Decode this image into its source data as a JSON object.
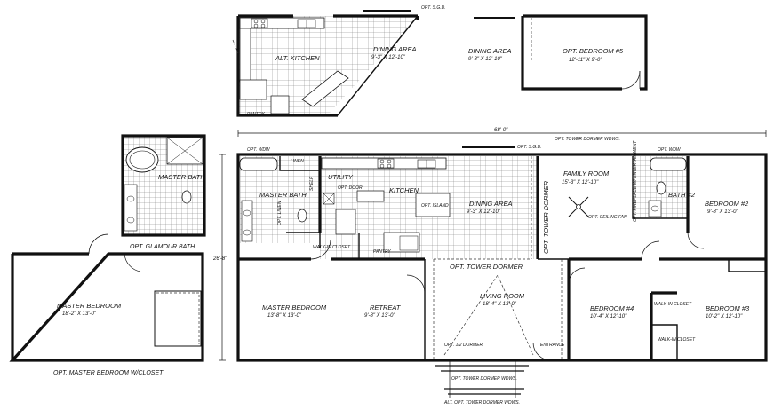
{
  "labels": {
    "opt_sgd_top": "OPT. S.G.D.",
    "alt_kitchen": "ALT. KITCHEN",
    "dining_area_top": "DINING AREA",
    "dining_area_top_dim": "9'-3\" X 12'-10\"",
    "pantry_top": "PANTRY",
    "dining_area_mid": "DINING AREA",
    "dining_area_mid_dim": "9'-8\" X 12'-10\"",
    "opt_bedroom5": "OPT. BEDROOM #5",
    "opt_bedroom5_dim": "12'-11\" X 9'-0\"",
    "overall_width": "68'-0\"",
    "overall_depth": "26'-8\"",
    "opt_tower_dormer_wdws_top": "OPT. TOWER DORMER WDWS.",
    "opt_sgd_main": "OPT. S.G.D.",
    "opt_wdw_left": "OPT. WDW",
    "opt_wdw_right": "OPT. WDW",
    "linen": "LINEN",
    "shelf": "SHELF",
    "utility": "UTILITY",
    "opt_door": "OPT. DOOR",
    "master_bath": "MASTER BATH",
    "opt_linen": "OPT. LINEN",
    "kitchen": "KITCHEN",
    "opt_island": "OPT. ISLAND",
    "dining_area": "DINING AREA",
    "dining_area_dim": "9'-3\" X 12'-10\"",
    "pantry": "PANTRY",
    "walk_in_closet_master": "WALK-IN CLOSET",
    "family_room": "FAMILY ROOM",
    "family_room_dim": "15'-3\" X 12'-10\"",
    "opt_ceiling_fan": "OPT. CEILING FAN",
    "opt_tower_dormer_vertical": "OPT. TOWER DORMER",
    "opt_fireplace": "OPT. FIREPLACE W/ ENTERTAINMENT",
    "bath2": "BATH #2",
    "bedroom2": "BEDROOM #2",
    "bedroom2_dim": "9'-8\" X 13'-0\"",
    "opt_tower_dormer_main": "OPT. TOWER DORMER",
    "master_bedroom": "MASTER BEDROOM",
    "master_bedroom_dim": "13'-8\" X 13'-0\"",
    "retreat": "RETREAT",
    "retreat_dim": "9'-8\" X 13'-0\"",
    "living_room": "LIVING ROOM",
    "living_room_dim": "18'-4\" X 13'-0\"",
    "opt_half_dormer": "OPT. 1/2 DORMER",
    "entrance": "ENTRANCE",
    "bedroom4": "BEDROOM #4",
    "bedroom4_dim": "10'-4\" X 12'-10\"",
    "walk_in_closet_mid": "WALK-IN CLOSET",
    "walk_in_closet_low": "WALK-IN CLOSET",
    "bedroom3": "BEDROOM #3",
    "bedroom3_dim": "10'-2\" X 12'-10\"",
    "opt_tower_dormer_wdws_bottom": "OPT. TOWER DORMER WDWS.",
    "alt_tower_dormer_wdws": "ALT. OPT. TOWER DORMER WDWS.",
    "master_bath_glamour": "MASTER BATH",
    "opt_glamour_bath": "OPT. GLAMOUR BATH",
    "master_bedroom_alt": "MASTER BEDROOM",
    "master_bedroom_alt_dim": "18'-2\" X 13'-0\"",
    "opt_master_bedroom_closet": "OPT. MASTER BEDROOM W/CLOSET"
  }
}
